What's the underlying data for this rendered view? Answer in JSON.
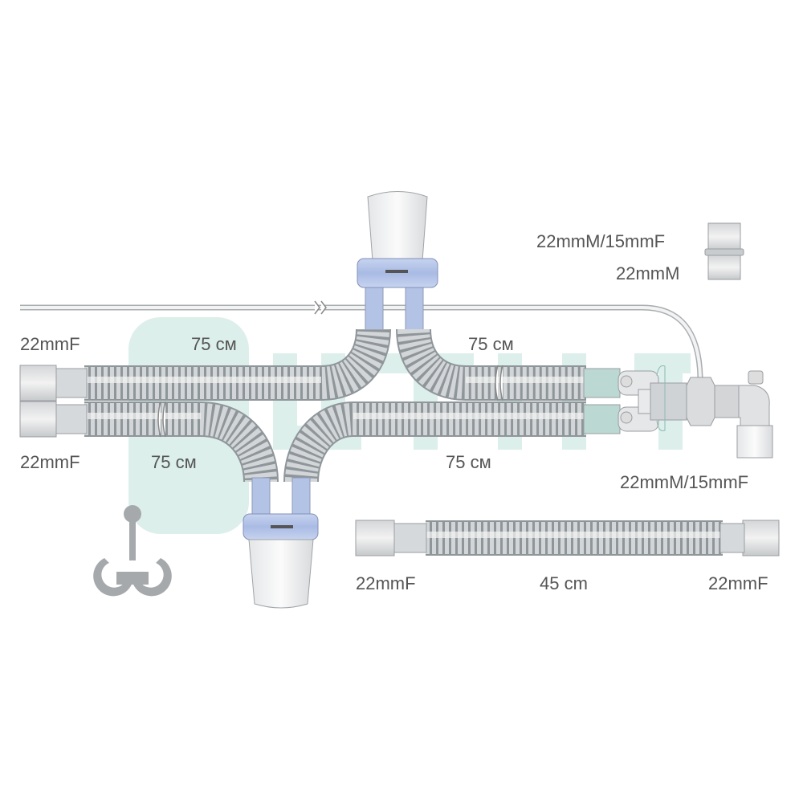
{
  "watermark": {
    "text": "ЦТМТ",
    "color": "#d6ece8"
  },
  "colors": {
    "tube": "#c9cdd0",
    "tube_rib": "#9aa0a4",
    "tube_tint": "#b9d6d2",
    "connector_blue": "#b3c3e6",
    "label": "#555555"
  },
  "labels": {
    "left_top_end": "22mmF",
    "left_top_length": "75 см",
    "right_top_length": "75 см",
    "left_bottom_end": "22mmF",
    "left_bottom_length": "75 см",
    "right_bottom_length": "75 см",
    "y_piece_end": "22mmM/15mmF",
    "adapter_top": "22mmM/15mmF",
    "adapter_bottom": "22mmM",
    "extension_left_end": "22mmF",
    "extension_length": "45 cm",
    "extension_right_end": "22mmF"
  }
}
